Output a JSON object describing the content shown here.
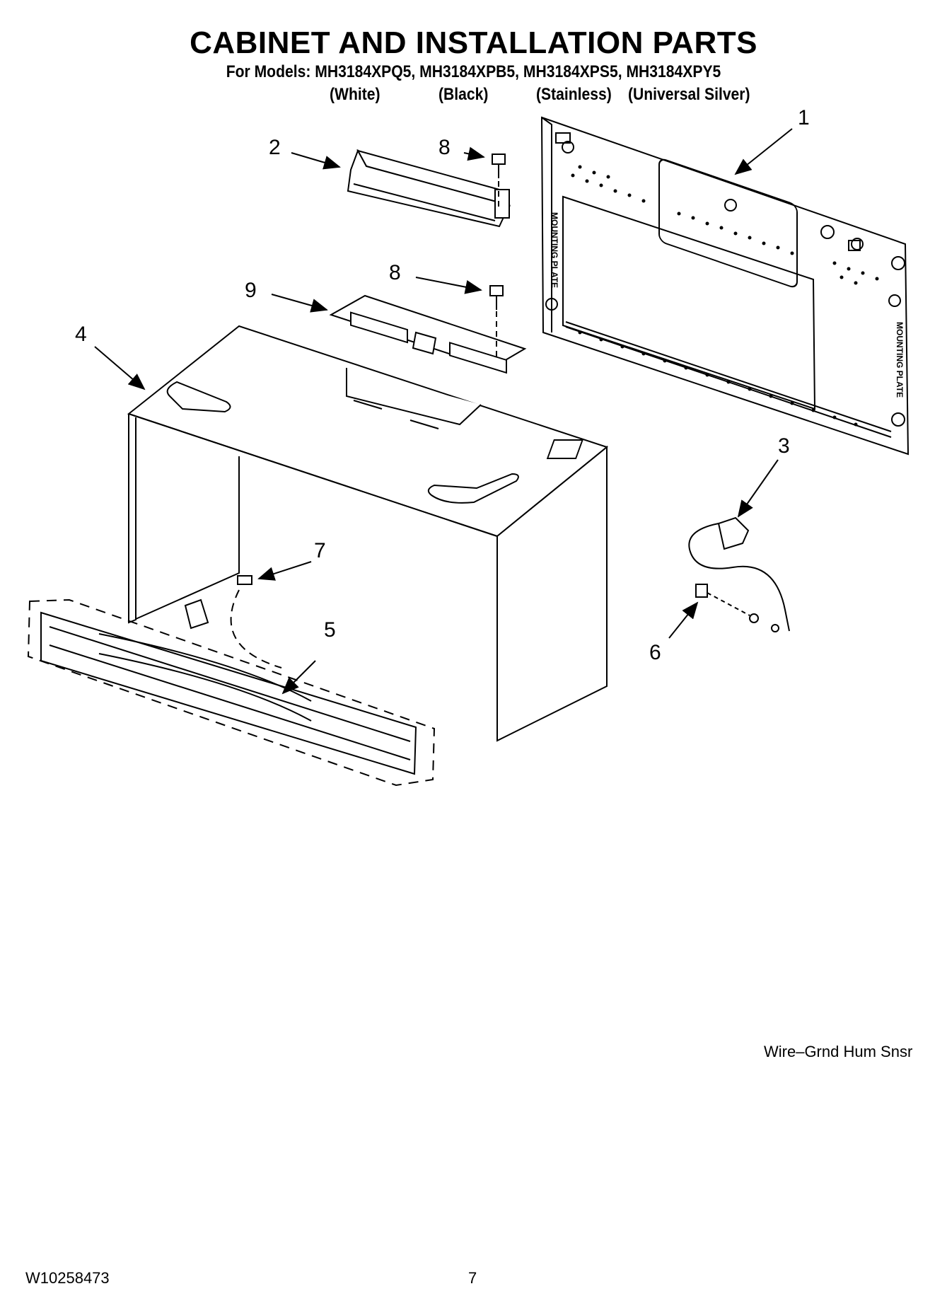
{
  "header": {
    "title": "CABINET AND INSTALLATION PARTS",
    "models_line": "For Models: MH3184XPQ5, MH3184XPB5, MH3184XPS5, MH3184XPY5",
    "variants": [
      "(White)",
      "(Black)",
      "(Stainless)",
      "(Universal Silver)"
    ]
  },
  "diagram": {
    "callouts": [
      "1",
      "2",
      "3",
      "4",
      "5",
      "6",
      "7",
      "8",
      "8",
      "9"
    ],
    "plate_labels": [
      "MOUNTING PLATE",
      "MOUNTING PLATE"
    ]
  },
  "note": "Wire–Grnd Hum Snsr",
  "footer": {
    "doc_number": "W10258473",
    "page_number": "7"
  }
}
